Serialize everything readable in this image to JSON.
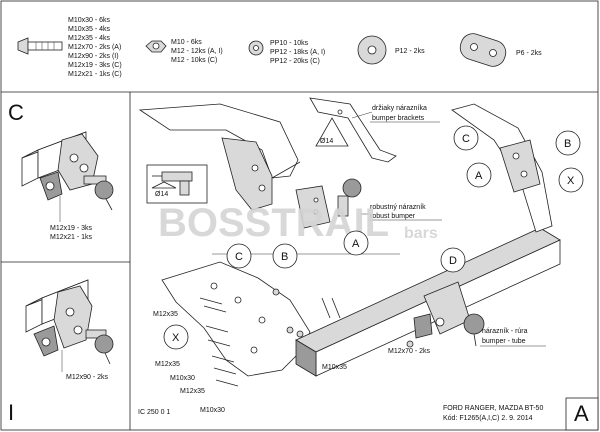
{
  "parts": {
    "bolts": [
      "M10x30 - 6ks",
      "M10x35 - 4ks",
      "M12x35 - 4ks",
      "M12x70 - 2ks (A)",
      "M12x90 - 2ks (I)",
      "M12x19 - 3ks (C)",
      "M12x21 - 1ks (C)"
    ],
    "nuts": [
      "M10 - 6ks",
      "M12 - 12ks (A, I)",
      "M12 - 10ks (C)"
    ],
    "washers": [
      "PP10 - 10ks",
      "PP12 - 18ks (A, I)",
      "PP12 - 20ks (C)"
    ],
    "plate_p12": "P12 - 2ks",
    "plate_p6": "P6 - 2ks"
  },
  "panels": {
    "c": "C",
    "i": "I",
    "a": "A"
  },
  "panel_c_labels": [
    "M12x19 - 3ks",
    "M12x21 - 1ks"
  ],
  "panel_i_label": "M12x90 - 2ks",
  "callouts": {
    "brackets": [
      "držiaky nárazníka",
      "bumper brackets"
    ],
    "robust": [
      "robustný nárazník",
      "robust bumper"
    ],
    "tube": [
      "nárazník - rúra",
      "bumper - tube"
    ],
    "diam": "Ø14"
  },
  "main_labels": {
    "m12x35_top": "M12x35",
    "m12x35_mid": "M12x35",
    "m10x30_a": "M10x30",
    "m12x35_low": "M12x35",
    "m10x30_b": "M10x30",
    "m10x35": "M10x35",
    "m12x70": "M12x70 - 2ks"
  },
  "letters": {
    "a": "A",
    "b": "B",
    "c": "C",
    "d": "D",
    "x": "X"
  },
  "footer": {
    "code": "IC 250 0 1",
    "vehicle": "FORD RANGER, MAZDA BT-50",
    "kod": "Kód: F1265(A,I,C)  2. 9. 2014"
  },
  "watermark": {
    "brand": "BOSSTRAIL",
    "sub": "bars"
  }
}
